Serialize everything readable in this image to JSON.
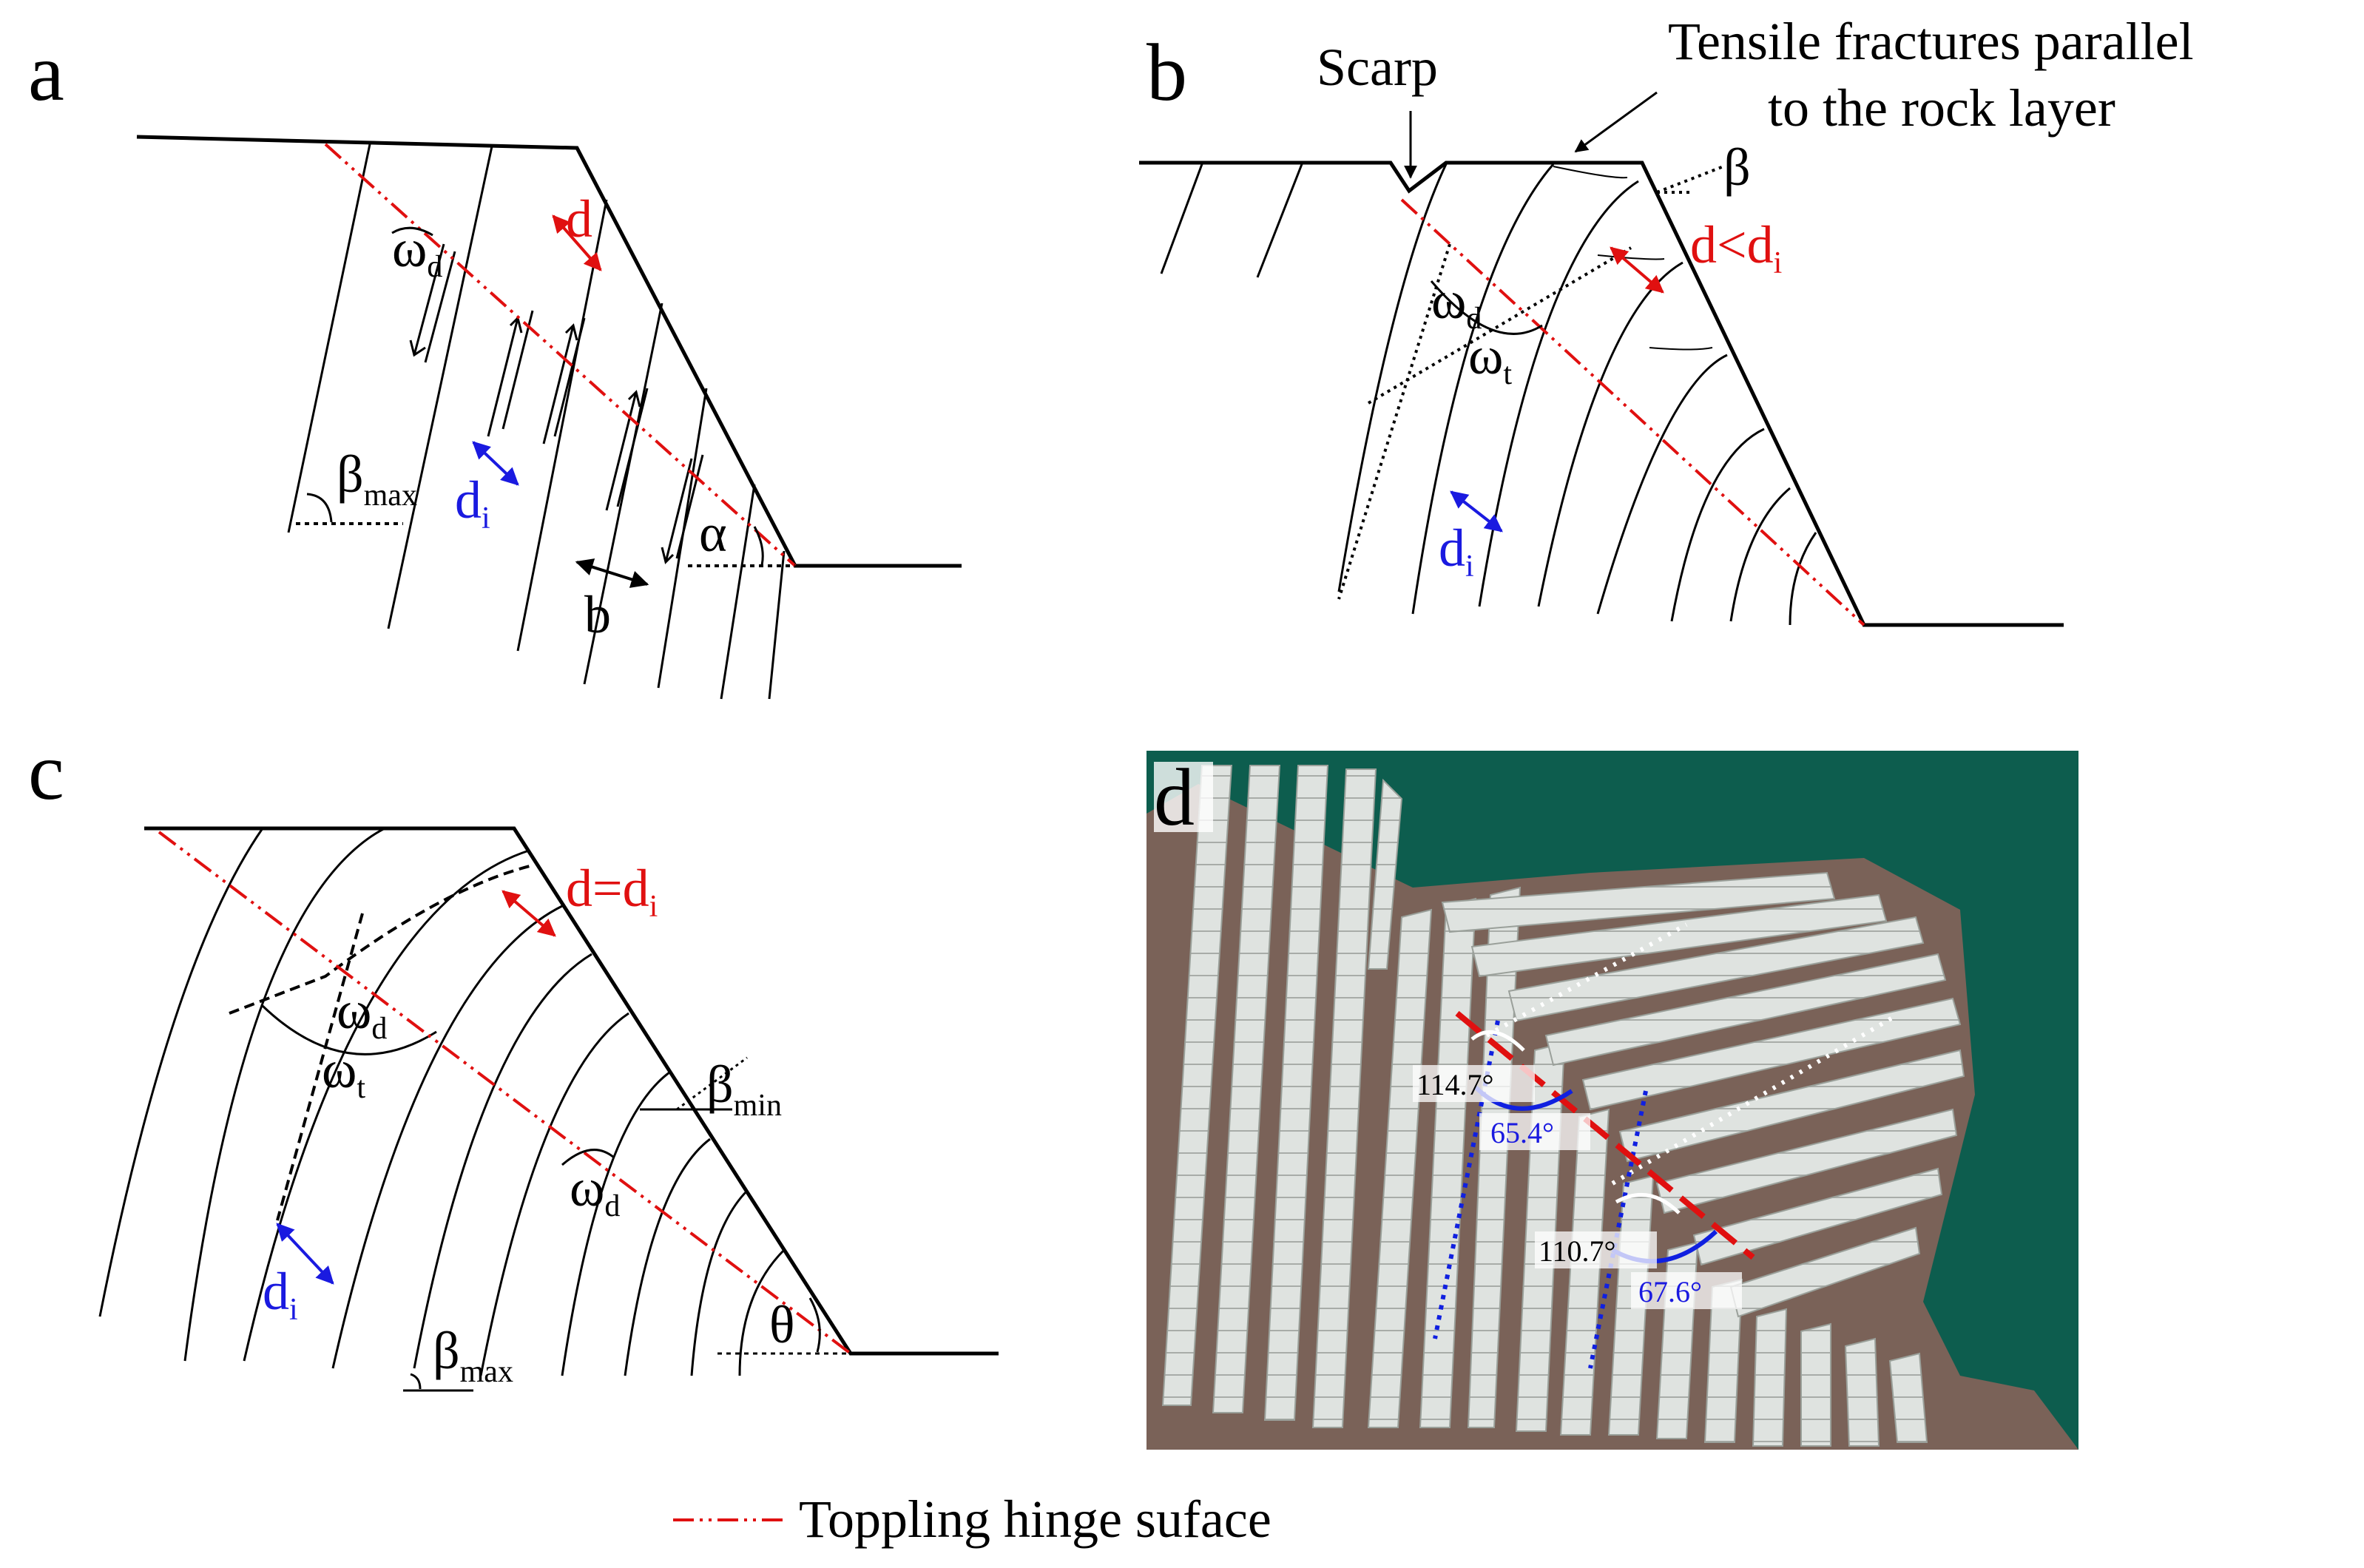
{
  "colors": {
    "line": "#000000",
    "hinge": "#e01010",
    "spacing": "#1a1ae0",
    "photo_bg": "#0d5a4c",
    "photo_base": "#7a6258",
    "block": "#dfe3e0"
  },
  "panels": {
    "a": {
      "letter": "a",
      "d_label": "d",
      "omega_d": "ω",
      "omega_d_sub": "d",
      "beta_max": "β",
      "beta_max_sub": "max",
      "di": "d",
      "di_sub": "i",
      "b": "b",
      "alpha": "α"
    },
    "b": {
      "letter": "b",
      "scarp": "Scarp",
      "tensile_line1": "Tensile fractures parallel",
      "tensile_line2": "to the rock layer",
      "beta": "β",
      "d_lt_di": "d<d",
      "d_lt_di_sub": "i",
      "omega_d": "ω",
      "omega_d_sub": "d",
      "omega_t": "ω",
      "omega_t_sub": "t",
      "di": "d",
      "di_sub": "i"
    },
    "c": {
      "letter": "c",
      "d_eq_di": "d=d",
      "d_eq_di_sub": "i",
      "omega_d": "ω",
      "omega_d_sub": "d",
      "omega_t": "ω",
      "omega_t_sub": "t",
      "beta_min": "β",
      "beta_min_sub": "min",
      "omega_d2": "ω",
      "omega_d2_sub": "d",
      "di": "d",
      "di_sub": "i",
      "theta": "θ",
      "beta_max": "β",
      "beta_max_sub": "max"
    },
    "d": {
      "letter": "d",
      "angle1_white": "114.7°",
      "angle1_blue": "65.4°",
      "angle2_white": "110.7°",
      "angle2_blue": "67.6°"
    }
  },
  "legend": {
    "label": "Toppling hinge suface"
  }
}
